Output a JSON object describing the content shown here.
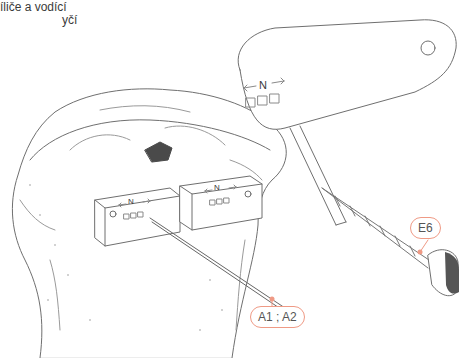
{
  "diagram": {
    "labels": [
      "íliče a vodící",
      "yčí",
      "N",
      "N",
      "N",
      "A1 ; A2",
      "E6"
    ]
  }
}
